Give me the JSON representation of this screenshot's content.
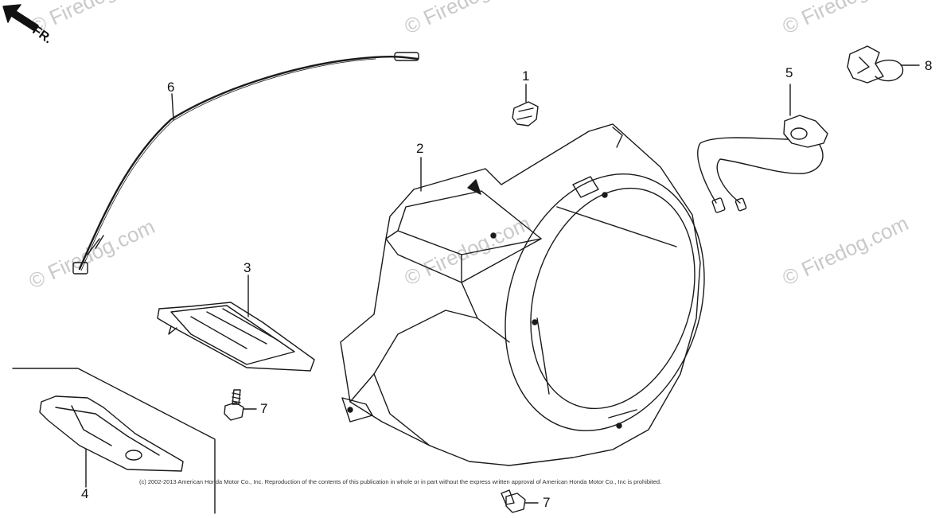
{
  "direction_label": "FR.",
  "watermark_text": "© Firedog.com",
  "callouts": [
    {
      "id": "1",
      "label": "1"
    },
    {
      "id": "2",
      "label": "2"
    },
    {
      "id": "3",
      "label": "3"
    },
    {
      "id": "4",
      "label": "4"
    },
    {
      "id": "5",
      "label": "5"
    },
    {
      "id": "6",
      "label": "6"
    },
    {
      "id": "7a",
      "label": "7"
    },
    {
      "id": "7b",
      "label": "7"
    },
    {
      "id": "8",
      "label": "8"
    }
  ],
  "copyright": "(c) 2002-2013 American Honda Motor Co., Inc. Reproduction of the contents of this publication in whole or in part without the express written approval of American Honda Motor Co., Inc is prohibited.",
  "colors": {
    "line": "#1a1a1a",
    "watermark": "#c9c9c9",
    "background": "#ffffff"
  }
}
